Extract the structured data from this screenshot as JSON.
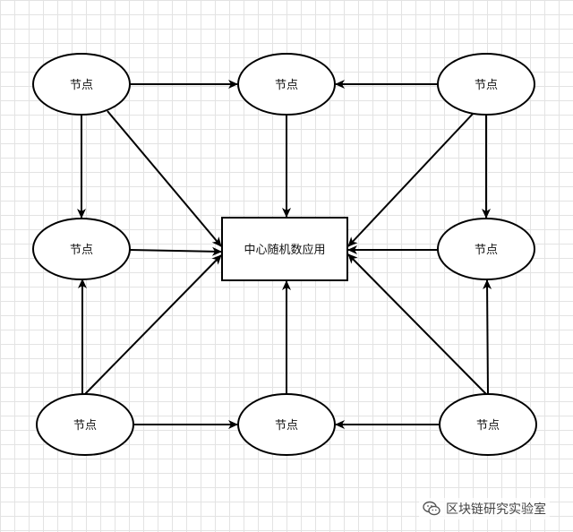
{
  "diagram": {
    "node_label": "节点",
    "center_label": "中心随机数应用",
    "nodes": [
      {
        "id": "top-left",
        "label": "节点"
      },
      {
        "id": "top-center",
        "label": "节点"
      },
      {
        "id": "top-right",
        "label": "节点"
      },
      {
        "id": "middle-left",
        "label": "节点"
      },
      {
        "id": "middle-right",
        "label": "节点"
      },
      {
        "id": "bottom-left",
        "label": "节点"
      },
      {
        "id": "bottom-center",
        "label": "节点"
      },
      {
        "id": "bottom-right",
        "label": "节点"
      }
    ],
    "center": {
      "id": "center",
      "label": "中心随机数应用"
    },
    "edges": [
      {
        "from": "top-left",
        "to": "top-center"
      },
      {
        "from": "top-left",
        "to": "middle-left"
      },
      {
        "from": "top-left",
        "to": "center"
      },
      {
        "from": "top-right",
        "to": "top-center"
      },
      {
        "from": "top-right",
        "to": "middle-right"
      },
      {
        "from": "top-right",
        "to": "center"
      },
      {
        "from": "top-center",
        "to": "center"
      },
      {
        "from": "middle-left",
        "to": "center"
      },
      {
        "from": "middle-right",
        "to": "center"
      },
      {
        "from": "bottom-left",
        "to": "middle-left"
      },
      {
        "from": "bottom-left",
        "to": "center"
      },
      {
        "from": "bottom-left",
        "to": "bottom-center"
      },
      {
        "from": "bottom-right",
        "to": "bottom-center"
      },
      {
        "from": "bottom-right",
        "to": "middle-right"
      },
      {
        "from": "bottom-right",
        "to": "center"
      },
      {
        "from": "bottom-center",
        "to": "center"
      }
    ],
    "colors": {
      "stroke": "#000000",
      "fill": "#ffffff",
      "grid": "#e3e3e3"
    }
  },
  "watermark": {
    "text": "区块链研究实验室",
    "icon": "wechat-icon"
  }
}
